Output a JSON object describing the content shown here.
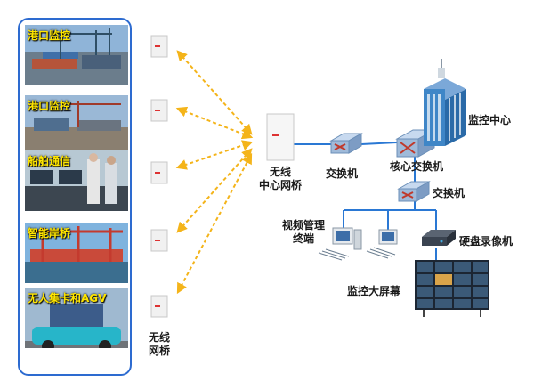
{
  "scenes": [
    {
      "label": "港口监控"
    },
    {
      "label": "港口监控"
    },
    {
      "label": "船舶通信"
    },
    {
      "label": "智能岸桥"
    },
    {
      "label": "无人集卡和AGV"
    }
  ],
  "labels": {
    "wireless_bridge": "无线\n网桥",
    "central_bridge": "无线\n中心网桥",
    "switch_1": "交换机",
    "core_switch": "核心交换机",
    "switch_2": "交换机",
    "monitor_center": "监控中心",
    "video_mgmt_terminal": "视频管理\n终端",
    "nvr": "硬盘录像机",
    "big_screen": "监控大屏幕"
  },
  "colors": {
    "panel_border": "#2d6bd0",
    "link_dashed": "#f4b41a",
    "wired_link": "#2a78d4",
    "caption": "#ffe600"
  }
}
